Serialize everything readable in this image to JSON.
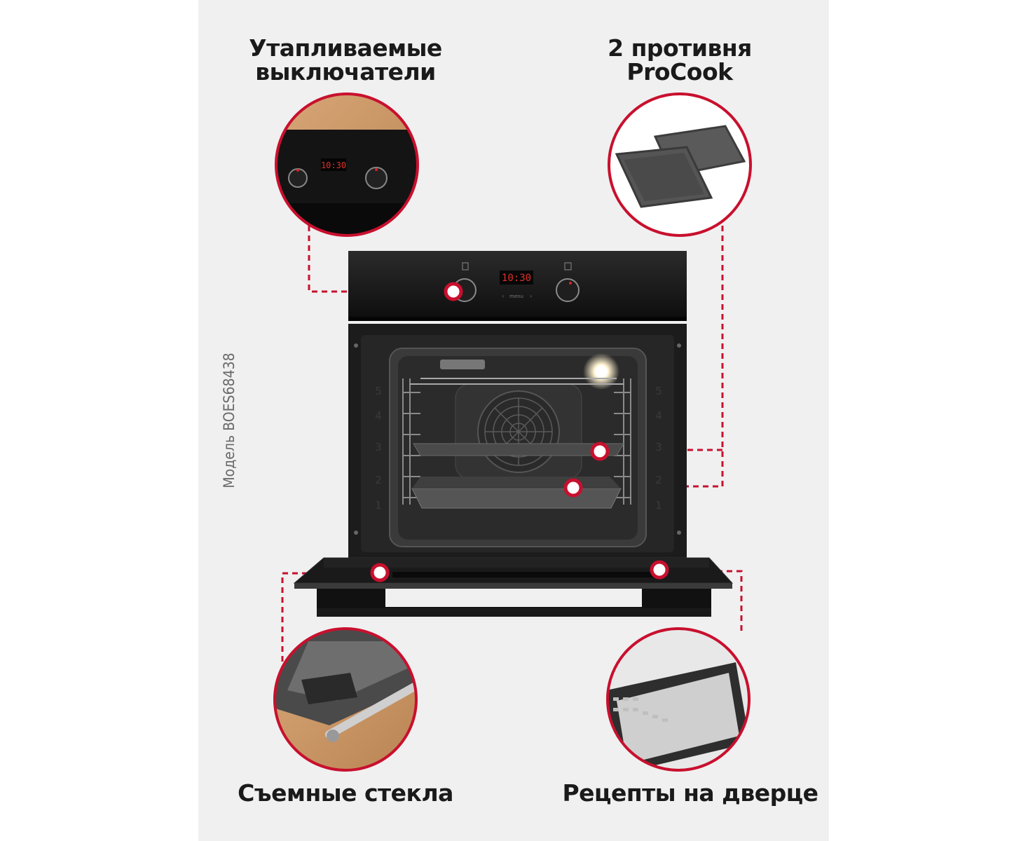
{
  "features": {
    "top_left": {
      "line1": "Утапливаемые",
      "line2": "выключатели"
    },
    "top_right": {
      "line1": "2 противня",
      "line2": "ProCook"
    },
    "bottom_left": {
      "label": "Съемные стекла"
    },
    "bottom_right": {
      "label": "Рецепты на дверце"
    }
  },
  "model_label": "Модель BOES68438",
  "display": {
    "time": "10:30",
    "menu": "menu"
  },
  "colors": {
    "accent": "#c8102e",
    "oven": "#141414",
    "panel": "#f0f0f0"
  },
  "icons": {
    "knob_left": "thermometer-icon",
    "knob_right": "mode-icon",
    "shelf_numbers": [
      "5",
      "4",
      "3",
      "2",
      "1"
    ]
  }
}
